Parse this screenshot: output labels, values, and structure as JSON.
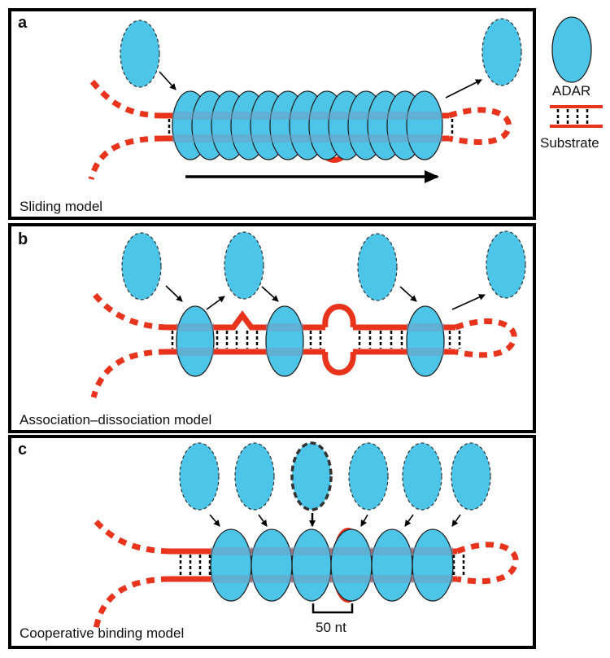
{
  "colors": {
    "adar": "#4cc5e8",
    "substrate": "#e8341c",
    "band": "#6f9fc0",
    "frame": "#000000"
  },
  "panels": [
    {
      "letter": "a",
      "model": "Sliding model"
    },
    {
      "letter": "b",
      "model": "Association–dissociation model"
    },
    {
      "letter": "c",
      "model": "Cooperative binding model"
    }
  ],
  "legend": {
    "adar_label": "ADAR",
    "substrate_label": "Substrate"
  },
  "spacing_label": "50 nt"
}
